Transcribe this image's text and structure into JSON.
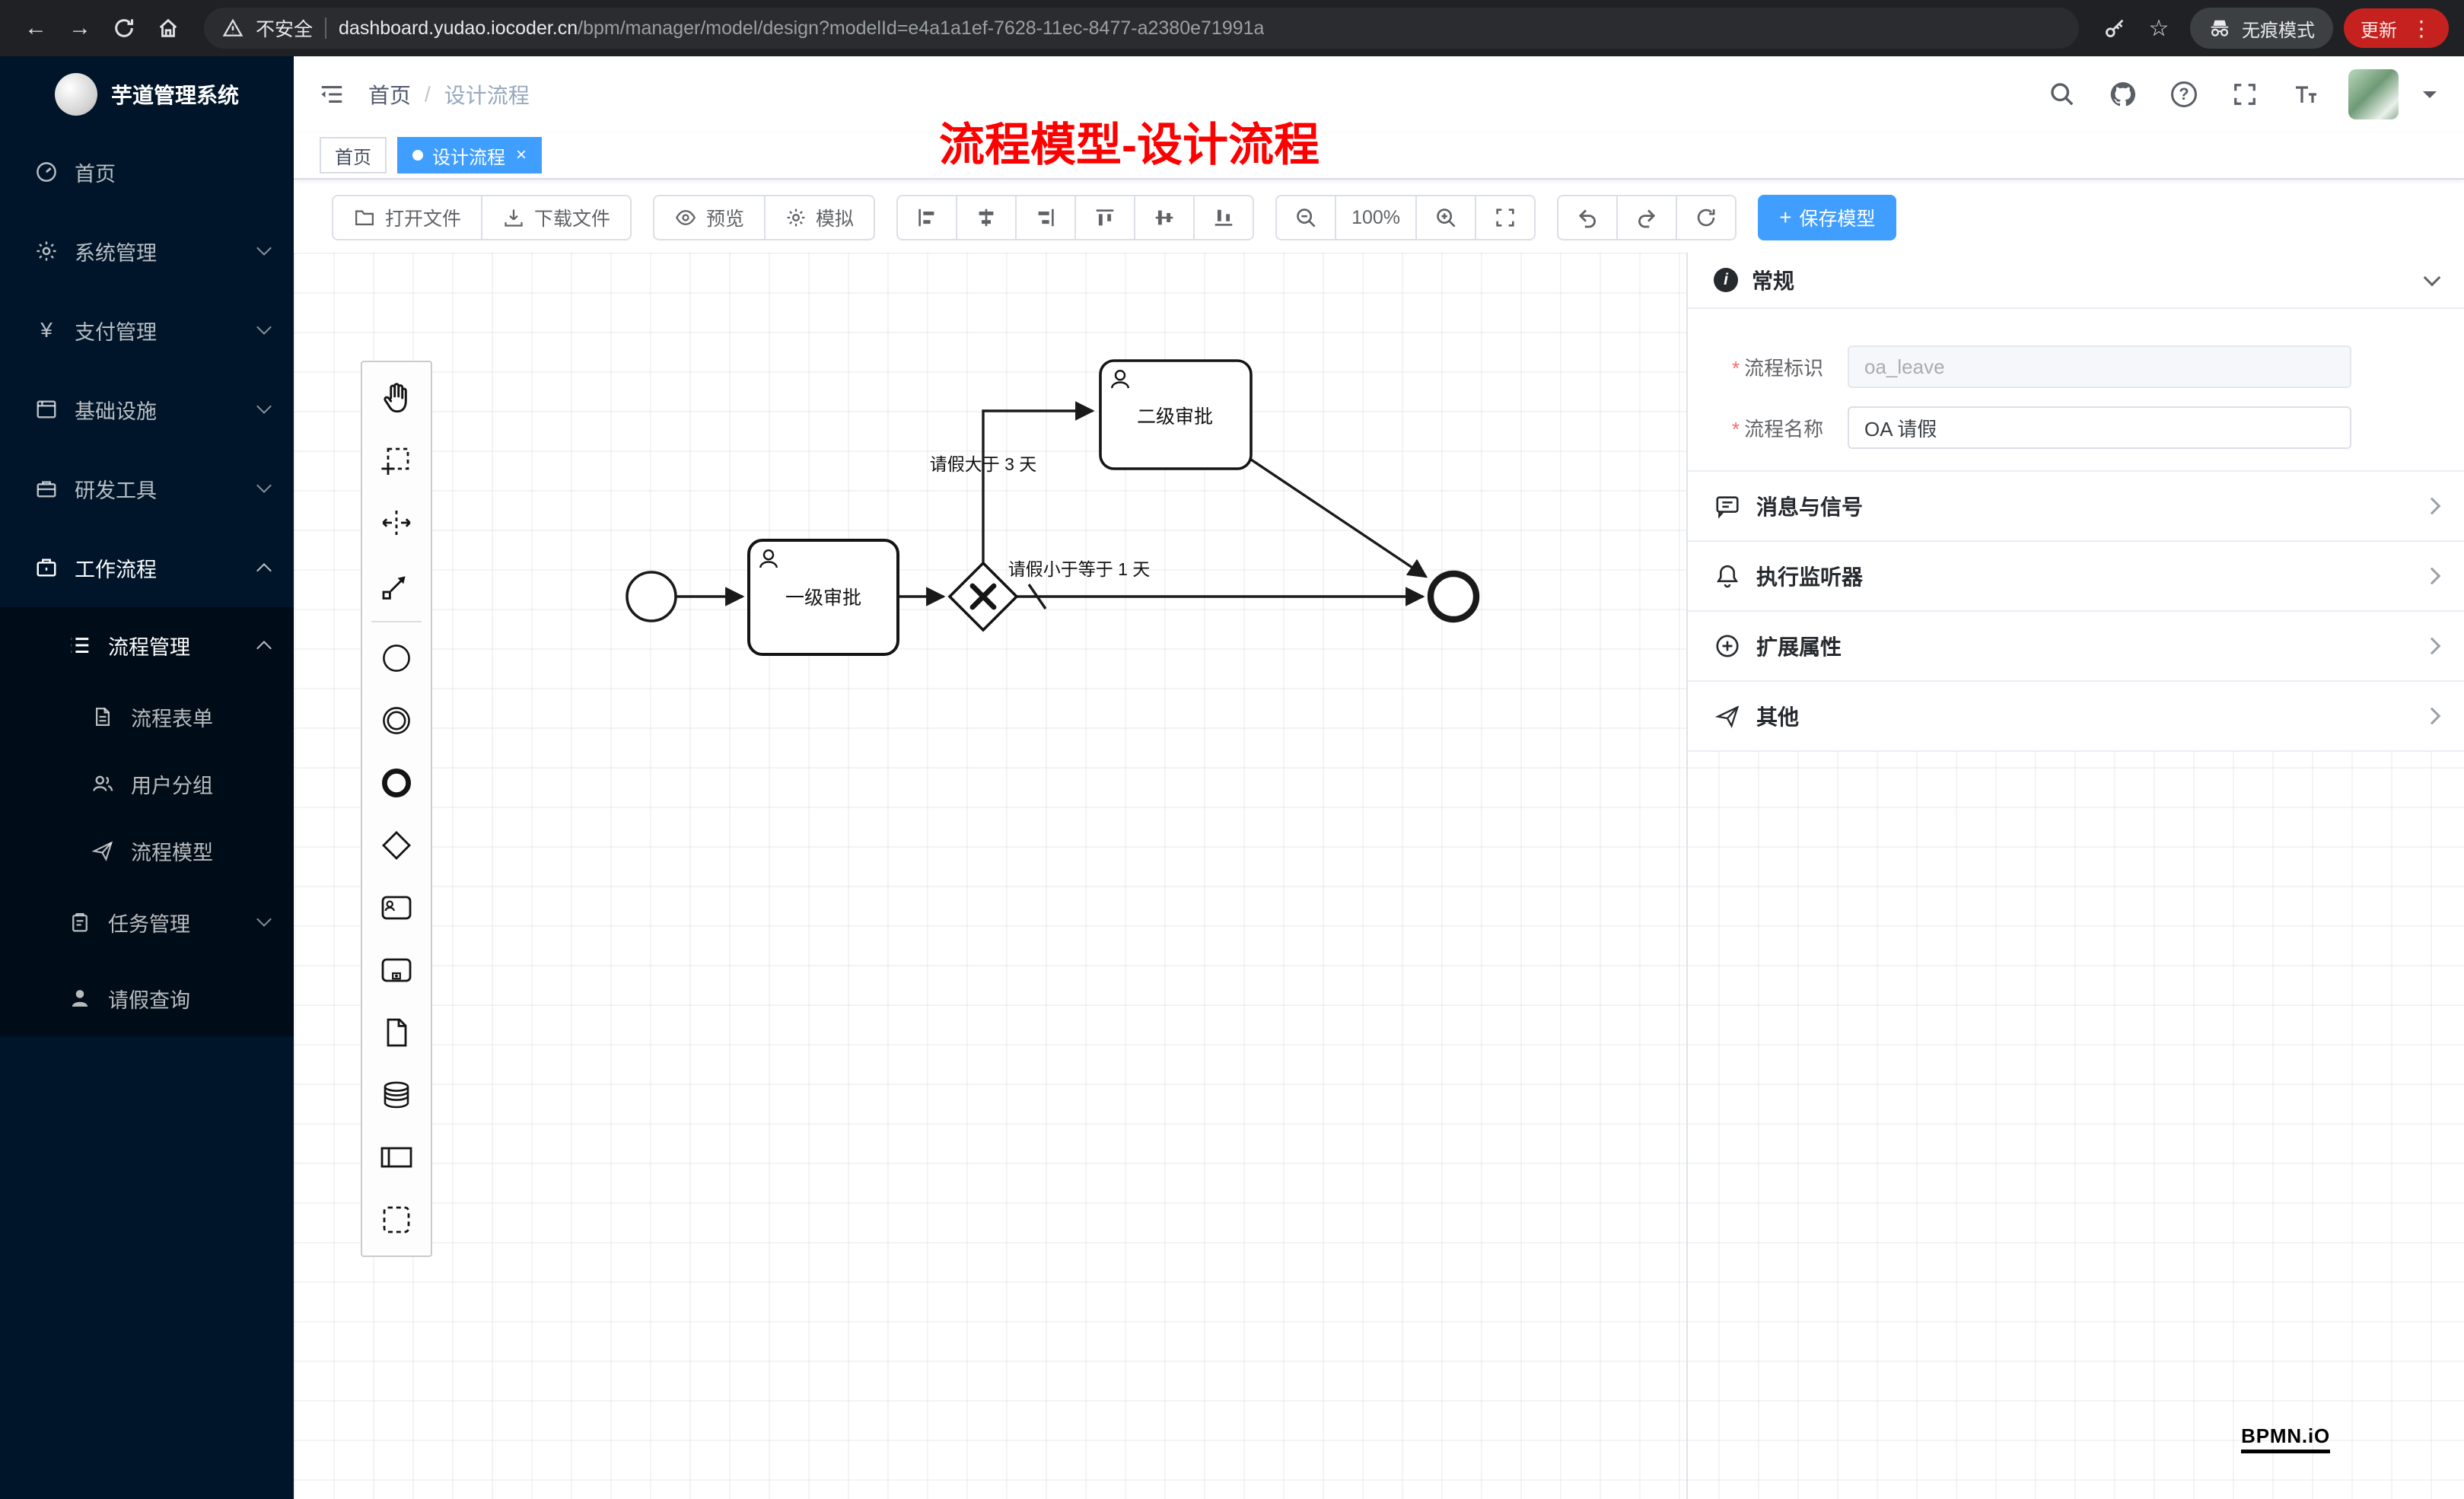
{
  "browser": {
    "security_label": "不安全",
    "url_domain": "dashboard.yudao.iocoder.cn",
    "url_path": "/bpm/manager/model/design?modelId=e4a1a1ef-7628-11ec-8477-a2380e71991a",
    "incognito_label": "无痕模式",
    "update_label": "更新"
  },
  "icons": {
    "back": "←",
    "forward": "→",
    "star": "☆",
    "more": "⋮",
    "close": "×",
    "plus": "+",
    "question": "?",
    "yen": "¥",
    "info": "i",
    "slash": "/",
    "text_size": "T"
  },
  "sidebar": {
    "logo_text": "芋道管理系统",
    "items": [
      {
        "label": "首页"
      },
      {
        "label": "系统管理"
      },
      {
        "label": "支付管理"
      },
      {
        "label": "基础设施"
      },
      {
        "label": "研发工具"
      },
      {
        "label": "工作流程"
      }
    ],
    "process_group": {
      "label": "流程管理",
      "children": [
        {
          "label": "流程表单"
        },
        {
          "label": "用户分组"
        },
        {
          "label": "流程模型"
        }
      ]
    },
    "task_group_label": "任务管理",
    "leave_query_label": "请假查询"
  },
  "header": {
    "breadcrumb_home": "首页",
    "breadcrumb_current": "设计流程",
    "annotation": "流程模型-设计流程"
  },
  "tabs": {
    "home": "首页",
    "active": "设计流程"
  },
  "toolbar": {
    "open": "打开文件",
    "download": "下载文件",
    "preview": "预览",
    "simulate": "模拟",
    "zoom_level": "100%",
    "save": "保存模型"
  },
  "diagram": {
    "type": "bpmn",
    "nodes": [
      {
        "id": "StartEvent",
        "type": "startEvent",
        "label": ""
      },
      {
        "id": "Task_FirstApprove",
        "type": "userTask",
        "label": "一级审批"
      },
      {
        "id": "Gateway_Exclusive",
        "type": "exclusiveGateway",
        "label": ""
      },
      {
        "id": "Task_SecondApprove",
        "type": "userTask",
        "label": "二级审批"
      },
      {
        "id": "EndEvent",
        "type": "endEvent",
        "label": ""
      }
    ],
    "flows": [
      {
        "from": "StartEvent",
        "to": "Task_FirstApprove",
        "label": ""
      },
      {
        "from": "Task_FirstApprove",
        "to": "Gateway_Exclusive",
        "label": ""
      },
      {
        "from": "Gateway_Exclusive",
        "to": "Task_SecondApprove",
        "label": "请假大于 3 天"
      },
      {
        "from": "Gateway_Exclusive",
        "to": "EndEvent",
        "label": "请假小于等于 1 天",
        "default": true
      },
      {
        "from": "Task_SecondApprove",
        "to": "EndEvent",
        "label": ""
      }
    ]
  },
  "properties": {
    "general": {
      "title": "常规",
      "fields": [
        {
          "label": "流程标识",
          "value": "oa_leave",
          "required": true,
          "disabled": true
        },
        {
          "label": "流程名称",
          "value": "OA 请假",
          "required": true,
          "disabled": false
        }
      ]
    },
    "sections": [
      {
        "title": "消息与信号"
      },
      {
        "title": "执行监听器"
      },
      {
        "title": "扩展属性"
      },
      {
        "title": "其他"
      }
    ]
  },
  "watermark": "BPMN.iO"
}
